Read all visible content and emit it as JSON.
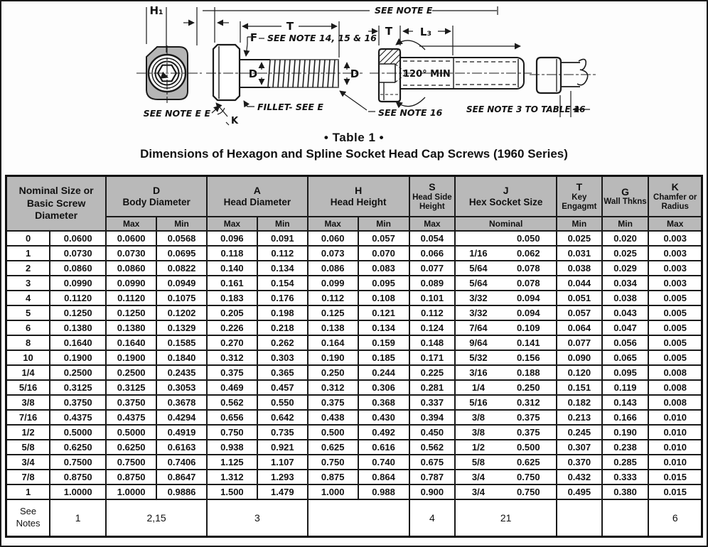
{
  "drawing": {
    "labels": {
      "h1": "H₁",
      "see_note_e": "SEE NOTE E",
      "t_mid": "T",
      "f": "F",
      "f_note": "SEE NOTE 14, 15 & 16",
      "d_left": "D",
      "d_right": "D",
      "fillet_note": "FILLET- SEE E",
      "see_note_ee": "SEE NOTE E E",
      "k": "K",
      "t_right": "T",
      "l3": "L₃",
      "angle": "120° MIN",
      "see_note_16": "SEE NOTE 16",
      "see_note_3": "SEE  NOTE 3 TO TABLE 16"
    }
  },
  "title": {
    "table_label": "•  Table 1  •",
    "subtitle": "Dimensions of Hexagon and Spline Socket Head Cap Screws (1960 Series)"
  },
  "table": {
    "headers": {
      "nominal": "Nominal Size or Basic Screw Diameter",
      "d": {
        "letter": "D",
        "name": "Body Diameter",
        "sub": [
          "Max",
          "Min"
        ]
      },
      "a": {
        "letter": "A",
        "name": "Head Diameter",
        "sub": [
          "Max",
          "Min"
        ]
      },
      "h": {
        "letter": "H",
        "name": "Head Height",
        "sub": [
          "Max",
          "Min"
        ]
      },
      "s": {
        "letter": "S",
        "name": "Head Side Height",
        "sub": [
          "Max"
        ]
      },
      "j": {
        "letter": "J",
        "name": "Hex Socket Size",
        "sub": [
          "Nominal"
        ]
      },
      "t": {
        "letter": "T",
        "name": "Key Engagmt",
        "sub": [
          "Min"
        ]
      },
      "g": {
        "letter": "G",
        "name": "Wall Thkns",
        "sub": [
          "Min"
        ]
      },
      "k": {
        "letter": "K",
        "name": "Chamfer or Radius",
        "sub": [
          "Max"
        ]
      }
    },
    "rows": [
      {
        "size": "0",
        "basic": "0.0600",
        "d_max": "0.0600",
        "d_min": "0.0568",
        "a_max": "0.096",
        "a_min": "0.091",
        "h_max": "0.060",
        "h_min": "0.057",
        "s_max": "0.054",
        "j_frac": "",
        "j_dec": "0.050",
        "t_min": "0.025",
        "g_min": "0.020",
        "k_max": "0.003"
      },
      {
        "size": "1",
        "basic": "0.0730",
        "d_max": "0.0730",
        "d_min": "0.0695",
        "a_max": "0.118",
        "a_min": "0.112",
        "h_max": "0.073",
        "h_min": "0.070",
        "s_max": "0.066",
        "j_frac": "1/16",
        "j_dec": "0.062",
        "t_min": "0.031",
        "g_min": "0.025",
        "k_max": "0.003"
      },
      {
        "size": "2",
        "basic": "0.0860",
        "d_max": "0.0860",
        "d_min": "0.0822",
        "a_max": "0.140",
        "a_min": "0.134",
        "h_max": "0.086",
        "h_min": "0.083",
        "s_max": "0.077",
        "j_frac": "5/64",
        "j_dec": "0.078",
        "t_min": "0.038",
        "g_min": "0.029",
        "k_max": "0.003"
      },
      {
        "size": "3",
        "basic": "0.0990",
        "d_max": "0.0990",
        "d_min": "0.0949",
        "a_max": "0.161",
        "a_min": "0.154",
        "h_max": "0.099",
        "h_min": "0.095",
        "s_max": "0.089",
        "j_frac": "5/64",
        "j_dec": "0.078",
        "t_min": "0.044",
        "g_min": "0.034",
        "k_max": "0.003"
      },
      {
        "size": "4",
        "basic": "0.1120",
        "d_max": "0.1120",
        "d_min": "0.1075",
        "a_max": "0.183",
        "a_min": "0.176",
        "h_max": "0.112",
        "h_min": "0.108",
        "s_max": "0.101",
        "j_frac": "3/32",
        "j_dec": "0.094",
        "t_min": "0.051",
        "g_min": "0.038",
        "k_max": "0.005"
      },
      {
        "size": "5",
        "basic": "0.1250",
        "d_max": "0.1250",
        "d_min": "0.1202",
        "a_max": "0.205",
        "a_min": "0.198",
        "h_max": "0.125",
        "h_min": "0.121",
        "s_max": "0.112",
        "j_frac": "3/32",
        "j_dec": "0.094",
        "t_min": "0.057",
        "g_min": "0.043",
        "k_max": "0.005"
      },
      {
        "size": "6",
        "basic": "0.1380",
        "d_max": "0.1380",
        "d_min": "0.1329",
        "a_max": "0.226",
        "a_min": "0.218",
        "h_max": "0.138",
        "h_min": "0.134",
        "s_max": "0.124",
        "j_frac": "7/64",
        "j_dec": "0.109",
        "t_min": "0.064",
        "g_min": "0.047",
        "k_max": "0.005"
      },
      {
        "size": "8",
        "basic": "0.1640",
        "d_max": "0.1640",
        "d_min": "0.1585",
        "a_max": "0.270",
        "a_min": "0.262",
        "h_max": "0.164",
        "h_min": "0.159",
        "s_max": "0.148",
        "j_frac": "9/64",
        "j_dec": "0.141",
        "t_min": "0.077",
        "g_min": "0.056",
        "k_max": "0.005"
      },
      {
        "size": "10",
        "basic": "0.1900",
        "d_max": "0.1900",
        "d_min": "0.1840",
        "a_max": "0.312",
        "a_min": "0.303",
        "h_max": "0.190",
        "h_min": "0.185",
        "s_max": "0.171",
        "j_frac": "5/32",
        "j_dec": "0.156",
        "t_min": "0.090",
        "g_min": "0.065",
        "k_max": "0.005"
      },
      {
        "size": "1/4",
        "basic": "0.2500",
        "d_max": "0.2500",
        "d_min": "0.2435",
        "a_max": "0.375",
        "a_min": "0.365",
        "h_max": "0.250",
        "h_min": "0.244",
        "s_max": "0.225",
        "j_frac": "3/16",
        "j_dec": "0.188",
        "t_min": "0.120",
        "g_min": "0.095",
        "k_max": "0.008"
      },
      {
        "size": "5/16",
        "basic": "0.3125",
        "d_max": "0.3125",
        "d_min": "0.3053",
        "a_max": "0.469",
        "a_min": "0.457",
        "h_max": "0.312",
        "h_min": "0.306",
        "s_max": "0.281",
        "j_frac": "1/4",
        "j_dec": "0.250",
        "t_min": "0.151",
        "g_min": "0.119",
        "k_max": "0.008"
      },
      {
        "size": "3/8",
        "basic": "0.3750",
        "d_max": "0.3750",
        "d_min": "0.3678",
        "a_max": "0.562",
        "a_min": "0.550",
        "h_max": "0.375",
        "h_min": "0.368",
        "s_max": "0.337",
        "j_frac": "5/16",
        "j_dec": "0.312",
        "t_min": "0.182",
        "g_min": "0.143",
        "k_max": "0.008"
      },
      {
        "size": "7/16",
        "basic": "0.4375",
        "d_max": "0.4375",
        "d_min": "0.4294",
        "a_max": "0.656",
        "a_min": "0.642",
        "h_max": "0.438",
        "h_min": "0.430",
        "s_max": "0.394",
        "j_frac": "3/8",
        "j_dec": "0.375",
        "t_min": "0.213",
        "g_min": "0.166",
        "k_max": "0.010"
      },
      {
        "size": "1/2",
        "basic": "0.5000",
        "d_max": "0.5000",
        "d_min": "0.4919",
        "a_max": "0.750",
        "a_min": "0.735",
        "h_max": "0.500",
        "h_min": "0.492",
        "s_max": "0.450",
        "j_frac": "3/8",
        "j_dec": "0.375",
        "t_min": "0.245",
        "g_min": "0.190",
        "k_max": "0.010"
      },
      {
        "size": "5/8",
        "basic": "0.6250",
        "d_max": "0.6250",
        "d_min": "0.6163",
        "a_max": "0.938",
        "a_min": "0.921",
        "h_max": "0.625",
        "h_min": "0.616",
        "s_max": "0.562",
        "j_frac": "1/2",
        "j_dec": "0.500",
        "t_min": "0.307",
        "g_min": "0.238",
        "k_max": "0.010"
      },
      {
        "size": "3/4",
        "basic": "0.7500",
        "d_max": "0.7500",
        "d_min": "0.7406",
        "a_max": "1.125",
        "a_min": "1.107",
        "h_max": "0.750",
        "h_min": "0.740",
        "s_max": "0.675",
        "j_frac": "5/8",
        "j_dec": "0.625",
        "t_min": "0.370",
        "g_min": "0.285",
        "k_max": "0.010"
      },
      {
        "size": "7/8",
        "basic": "0.8750",
        "d_max": "0.8750",
        "d_min": "0.8647",
        "a_max": "1.312",
        "a_min": "1.293",
        "h_max": "0.875",
        "h_min": "0.864",
        "s_max": "0.787",
        "j_frac": "3/4",
        "j_dec": "0.750",
        "t_min": "0.432",
        "g_min": "0.333",
        "k_max": "0.015"
      },
      {
        "size": "1",
        "basic": "1.0000",
        "d_max": "1.0000",
        "d_min": "0.9886",
        "a_max": "1.500",
        "a_min": "1.479",
        "h_max": "1.000",
        "h_min": "0.988",
        "s_max": "0.900",
        "j_frac": "3/4",
        "j_dec": "0.750",
        "t_min": "0.495",
        "g_min": "0.380",
        "k_max": "0.015"
      }
    ],
    "notes": {
      "label_line1": "See",
      "label_line2": "Notes",
      "nominal": "1",
      "d": "2,15",
      "a": "3",
      "h": "",
      "s": "4",
      "j": "21",
      "t": "",
      "g": "",
      "k": "6"
    }
  }
}
